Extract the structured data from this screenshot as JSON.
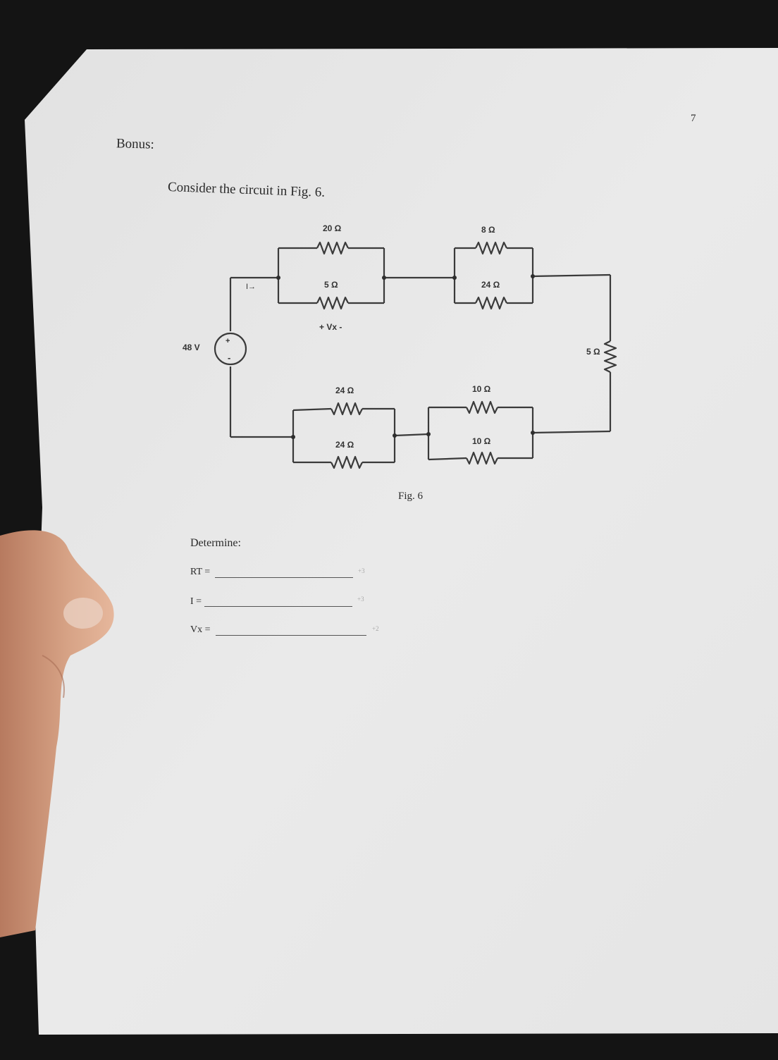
{
  "page": {
    "page_number": "7",
    "heading": "Bonus:",
    "prompt": "Consider the circuit in Fig. 6.",
    "figure_caption": "Fig. 6"
  },
  "circuit": {
    "source": {
      "label": "48 V",
      "plus": "+",
      "minus": "-"
    },
    "current_arrow": "I→",
    "vx_label": "+ Vx -",
    "resistors": {
      "top_left_upper": "20 Ω",
      "top_left_lower": "5 Ω",
      "top_right_upper": "8 Ω",
      "top_right_lower": "24 Ω",
      "right_vertical": "5 Ω",
      "bottom_left_upper": "24 Ω",
      "bottom_left_lower": "24 Ω",
      "bottom_right_upper": "10 Ω",
      "bottom_right_lower": "10 Ω"
    }
  },
  "questions": {
    "intro": "Determine:",
    "items": [
      {
        "label": "RT =",
        "points": "+3"
      },
      {
        "label": "I =",
        "points": "+3"
      },
      {
        "label": "Vx =",
        "points": "+2"
      }
    ]
  },
  "colors": {
    "paper": "#e9e9e9",
    "ink": "#2a2a2a",
    "background": "#141414",
    "skin": "#d9a58a"
  }
}
